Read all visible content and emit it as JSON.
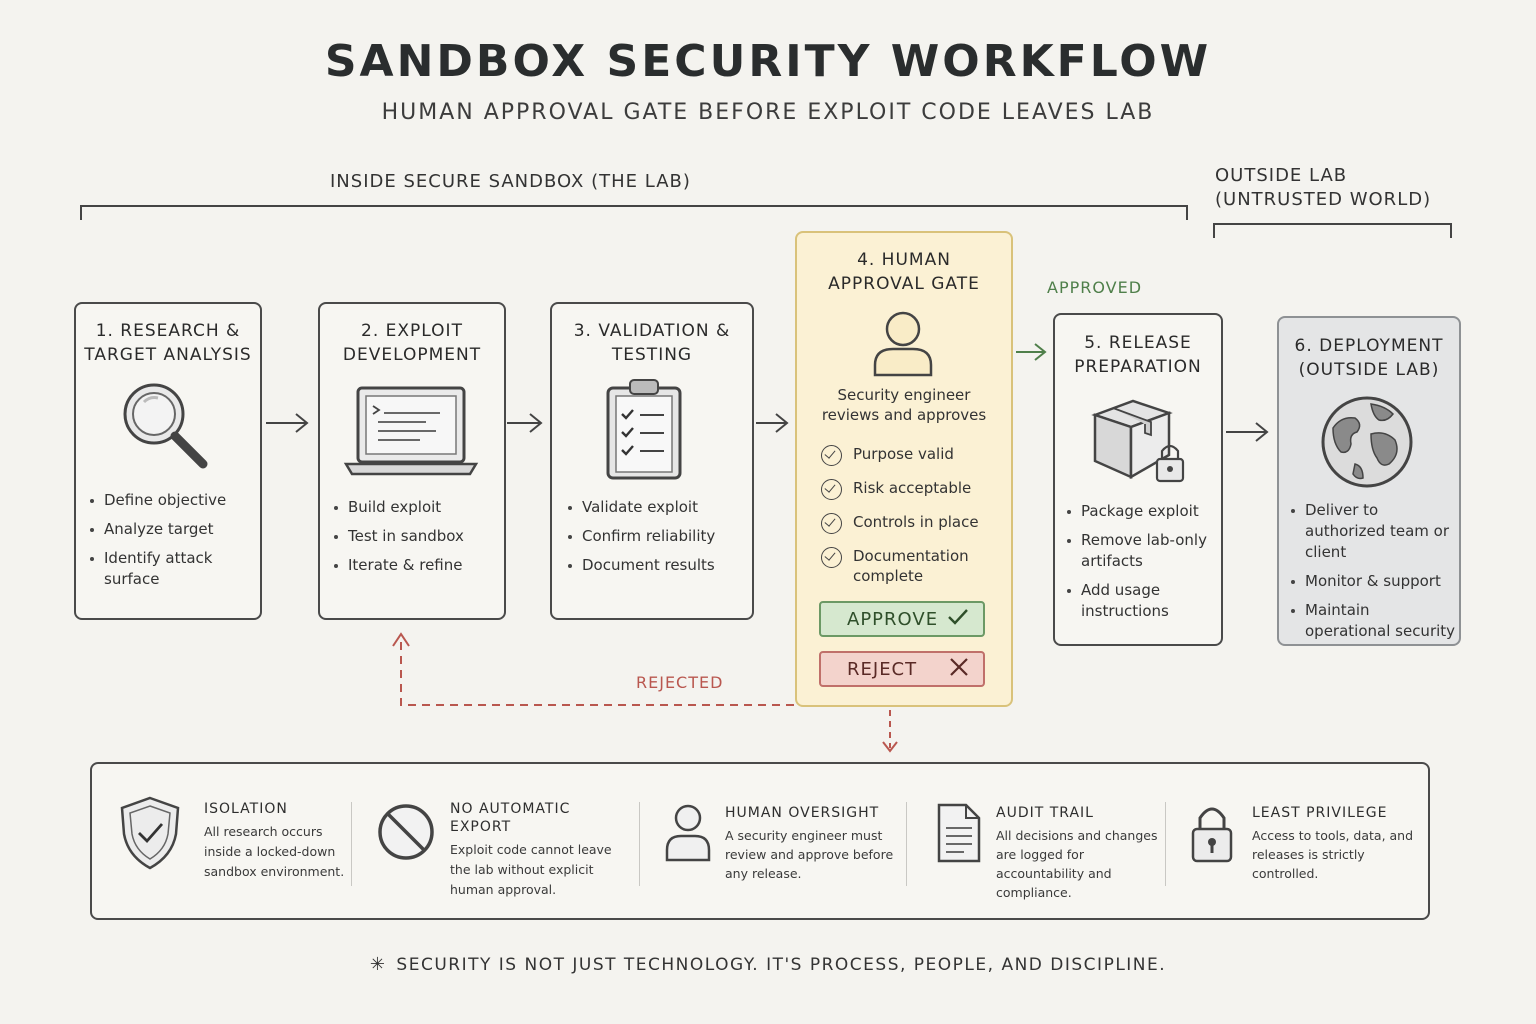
{
  "title": "SANDBOX SECURITY WORKFLOW",
  "subtitle": "HUMAN APPROVAL GATE BEFORE EXPLOIT CODE LEAVES LAB",
  "zones": {
    "inside": "INSIDE SECURE SANDBOX (THE LAB)",
    "outside": "OUTSIDE LAB\n(UNTRUSTED WORLD)"
  },
  "stages": [
    {
      "title": "1. RESEARCH &\nTARGET ANALYSIS",
      "icon": "magnifying-glass-icon",
      "bullets": [
        "Define objective",
        "Analyze target",
        "Identify attack surface"
      ]
    },
    {
      "title": "2. EXPLOIT\nDEVELOPMENT",
      "icon": "laptop-icon",
      "bullets": [
        "Build exploit",
        "Test in sandbox",
        "Iterate & refine"
      ]
    },
    {
      "title": "3. VALIDATION &\nTESTING",
      "icon": "clipboard-checklist-icon",
      "bullets": [
        "Validate exploit",
        "Confirm reliability",
        "Document results"
      ]
    },
    {
      "title": "5. RELEASE\nPREPARATION",
      "icon": "locked-package-icon",
      "bullets": [
        "Package exploit",
        "Remove lab-only artifacts",
        "Add usage instructions"
      ]
    },
    {
      "title": "6. DEPLOYMENT\n(OUTSIDE LAB)",
      "icon": "globe-icon",
      "bullets": [
        "Deliver to authorized team or client",
        "Monitor & support",
        "Maintain operational security"
      ]
    }
  ],
  "gate": {
    "title": "4. HUMAN\nAPPROVAL GATE",
    "icon": "person-icon",
    "description": "Security engineer\nreviews and approves",
    "checks": [
      "Purpose valid",
      "Risk acceptable",
      "Controls in place",
      "Documentation complete"
    ],
    "approve_label": "APPROVE",
    "reject_label": "REJECT"
  },
  "flow_labels": {
    "approved": "APPROVED",
    "rejected": "REJECTED"
  },
  "principles": [
    {
      "title": "ISOLATION",
      "icon": "shield-check-icon",
      "description": "All research occurs inside a locked-down sandbox environment."
    },
    {
      "title": "NO AUTOMATIC EXPORT",
      "icon": "prohibited-icon",
      "description": "Exploit code cannot leave the lab without explicit human approval."
    },
    {
      "title": "HUMAN OVERSIGHT",
      "icon": "person-icon",
      "description": "A security engineer must review and approve before any release."
    },
    {
      "title": "AUDIT TRAIL",
      "icon": "document-icon",
      "description": "All decisions and changes are logged for accountability and compliance."
    },
    {
      "title": "LEAST PRIVILEGE",
      "icon": "padlock-icon",
      "description": "Access to tools, data, and releases is strictly controlled."
    }
  ],
  "footer": "SECURITY IS NOT JUST TECHNOLOGY. IT'S PROCESS, PEOPLE, AND DISCIPLINE.",
  "colors": {
    "approved": "#4f7f4a",
    "rejected": "#b9574f",
    "gate_fill": "#fbf1d4",
    "outside_fill": "#e4e5e6"
  }
}
